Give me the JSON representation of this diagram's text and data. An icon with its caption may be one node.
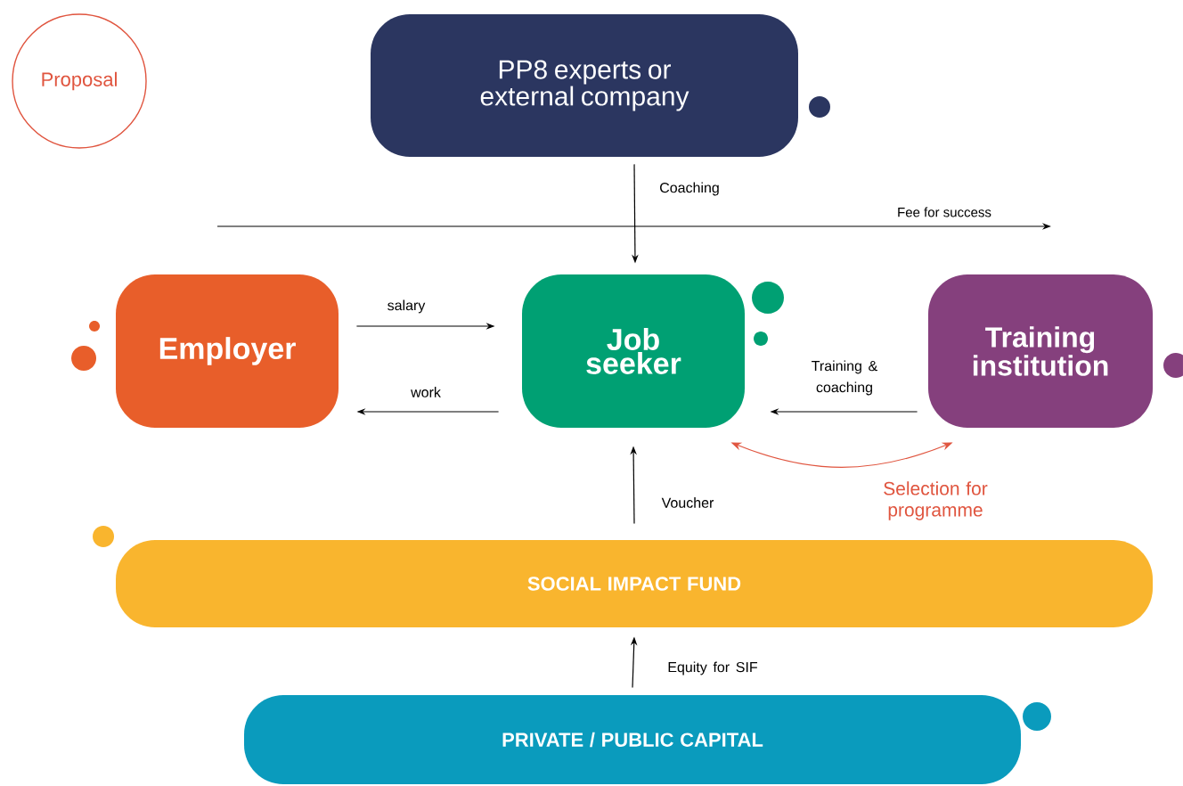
{
  "diagram": {
    "nodes": [
      {
        "text": [
          "Proposal"
        ]
      },
      {
        "text": [
          "PP8 experts or external company"
        ]
      },
      {
        "text": [
          "Employer"
        ]
      },
      {
        "text": [
          "Job seeker"
        ]
      },
      {
        "text": [
          "Training institution"
        ]
      },
      {
        "text": [
          "SOCIAL IMPACT FUND"
        ]
      },
      {
        "text": [
          "PRIVATE / PUBLIC CAPITAL"
        ]
      }
    ],
    "edges": [
      {
        "from": 1,
        "to": 3,
        "arrow": "to",
        "label": "Coaching"
      },
      {
        "from": 2,
        "to": 3,
        "arrow": "to",
        "label": "salary"
      },
      {
        "from": 3,
        "to": 2,
        "arrow": "to",
        "label": "work"
      },
      {
        "from": 4,
        "to": 3,
        "arrow": "to",
        "label": "Training & coaching"
      },
      {
        "from": 3,
        "to": 4,
        "arrow": "both",
        "label": "Selection for programme",
        "color": "#e0553f"
      },
      {
        "from": 5,
        "to": 3,
        "arrow": "to",
        "label": "Voucher"
      },
      {
        "from": 6,
        "to": 5,
        "arrow": "to",
        "label": "Equity for SIF"
      }
    ],
    "labels": [
      "Fee for success"
    ]
  }
}
